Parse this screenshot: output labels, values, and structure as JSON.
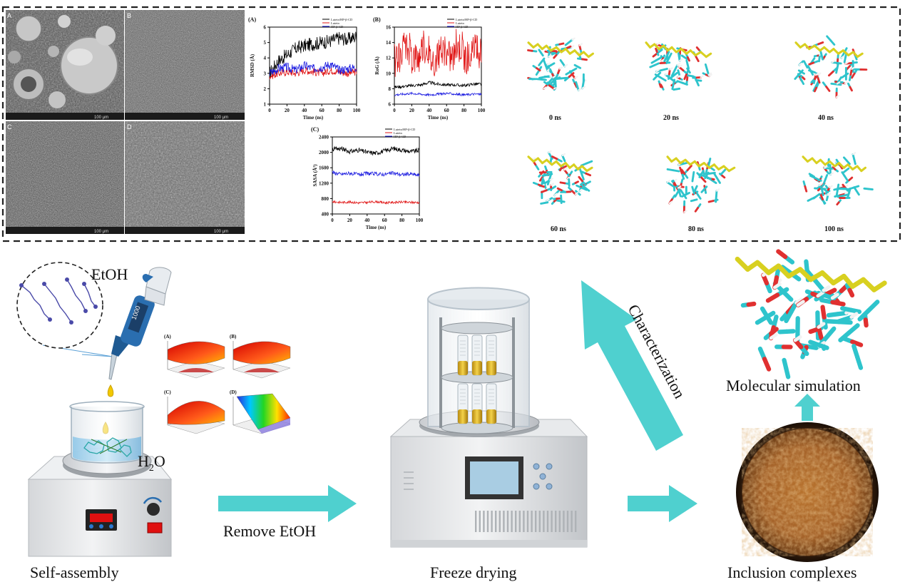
{
  "top_panel": {
    "sem_labels": [
      "A",
      "B",
      "C",
      "D"
    ],
    "sem_scalebar": "100 μm",
    "charts": {
      "rmsd": {
        "panel": "(A)",
        "ylabel": "RMSD (Å)",
        "xlabel": "Time (ns)"
      },
      "rog": {
        "panel": "(B)",
        "ylabel": "RoG (Å)",
        "xlabel": "Time (ns)"
      },
      "sasa": {
        "panel": "(C)",
        "ylabel": "SASA (Å²)",
        "xlabel": "Time (ns)"
      }
    },
    "legend": [
      "Lutein/HP-β-CD",
      "Lutein",
      "HP-β-CD"
    ],
    "colors": {
      "complex": "#000000",
      "lutein": "#e01414",
      "cd": "#1a1ae0"
    },
    "snapshots": [
      "0 ns",
      "20 ns",
      "40 ns",
      "60 ns",
      "80 ns",
      "100 ns"
    ]
  },
  "chart_data": [
    {
      "type": "line",
      "panel": "(A)",
      "ylabel": "RMSD (Å)",
      "xlabel": "Time (ns)",
      "xlim": [
        0,
        100
      ],
      "ylim": [
        1,
        6
      ],
      "xticks": [
        0,
        20,
        40,
        60,
        80,
        100
      ],
      "yticks": [
        1,
        2,
        3,
        4,
        5,
        6
      ],
      "series": [
        {
          "name": "Lutein/HP-β-CD",
          "color": "#000000",
          "x": [
            0,
            10,
            20,
            30,
            40,
            50,
            60,
            70,
            80,
            90,
            100
          ],
          "y": [
            3.0,
            3.8,
            4.2,
            4.6,
            4.8,
            4.9,
            5.0,
            5.1,
            5.3,
            5.2,
            5.4
          ]
        },
        {
          "name": "Lutein",
          "color": "#e01414",
          "x": [
            0,
            10,
            20,
            30,
            40,
            50,
            60,
            70,
            80,
            90,
            100
          ],
          "y": [
            2.8,
            3.0,
            3.1,
            3.0,
            3.2,
            3.1,
            3.0,
            3.2,
            3.1,
            3.0,
            3.1
          ]
        },
        {
          "name": "HP-β-CD",
          "color": "#1a1ae0",
          "x": [
            0,
            10,
            20,
            30,
            40,
            50,
            60,
            70,
            80,
            90,
            100
          ],
          "y": [
            3.0,
            3.3,
            3.4,
            3.2,
            3.5,
            3.3,
            3.4,
            3.6,
            3.2,
            3.3,
            3.4
          ]
        }
      ]
    },
    {
      "type": "line",
      "panel": "(B)",
      "ylabel": "RoG (Å)",
      "xlabel": "Time (ns)",
      "xlim": [
        0,
        100
      ],
      "ylim": [
        6,
        16
      ],
      "xticks": [
        0,
        20,
        40,
        60,
        80,
        100
      ],
      "yticks": [
        6,
        8,
        10,
        12,
        14,
        16
      ],
      "series": [
        {
          "name": "Lutein/HP-β-CD",
          "color": "#000000",
          "x": [
            0,
            10,
            20,
            30,
            40,
            50,
            60,
            70,
            80,
            90,
            100
          ],
          "y": [
            8.2,
            8.3,
            8.4,
            8.5,
            8.8,
            8.6,
            8.5,
            8.5,
            8.4,
            8.6,
            8.6
          ]
        },
        {
          "name": "Lutein",
          "color": "#e01414",
          "x": [
            0,
            10,
            20,
            30,
            40,
            50,
            60,
            70,
            80,
            90,
            100
          ],
          "y": [
            11.0,
            12.5,
            11.5,
            12.8,
            11.2,
            12.0,
            11.6,
            12.9,
            11.4,
            12.2,
            11.8
          ]
        },
        {
          "name": "HP-β-CD",
          "color": "#1a1ae0",
          "x": [
            0,
            10,
            20,
            30,
            40,
            50,
            60,
            70,
            80,
            90,
            100
          ],
          "y": [
            7.2,
            7.3,
            7.4,
            7.3,
            7.2,
            7.3,
            7.4,
            7.3,
            7.2,
            7.3,
            7.3
          ]
        }
      ]
    },
    {
      "type": "line",
      "panel": "(C)",
      "ylabel": "SASA (Å²)",
      "xlabel": "Time (ns)",
      "xlim": [
        0,
        100
      ],
      "ylim": [
        400,
        2400
      ],
      "xticks": [
        0,
        20,
        40,
        60,
        80,
        100
      ],
      "yticks": [
        400,
        800,
        1200,
        1600,
        2000,
        2400
      ],
      "series": [
        {
          "name": "Lutein/HP-β-CD",
          "color": "#000000",
          "x": [
            0,
            10,
            20,
            30,
            40,
            50,
            60,
            70,
            80,
            90,
            100
          ],
          "y": [
            2080,
            2100,
            2020,
            2060,
            2000,
            1980,
            2040,
            2100,
            2060,
            2020,
            2050
          ]
        },
        {
          "name": "Lutein",
          "color": "#e01414",
          "x": [
            0,
            10,
            20,
            30,
            40,
            50,
            60,
            70,
            80,
            90,
            100
          ],
          "y": [
            720,
            700,
            710,
            690,
            700,
            720,
            690,
            700,
            710,
            700,
            700
          ]
        },
        {
          "name": "HP-β-CD",
          "color": "#1a1ae0",
          "x": [
            0,
            10,
            20,
            30,
            40,
            50,
            60,
            70,
            80,
            90,
            100
          ],
          "y": [
            1480,
            1430,
            1460,
            1420,
            1450,
            1440,
            1430,
            1460,
            1420,
            1440,
            1400
          ]
        }
      ]
    }
  ],
  "bottom": {
    "etoh_label": "EtOH",
    "h2o_label": "H",
    "h2o_sub": "2",
    "h2o_tail": "O",
    "pipette_mark": "1000",
    "surface_labels": [
      "(A)",
      "(B)",
      "(C)",
      "(D)"
    ],
    "remove_etoh": "Remove EtOH",
    "characterization": "Characterization",
    "molecular_simulation": "Molecular simulation",
    "steps": {
      "self_assembly": "Self-assembly",
      "freeze_drying": "Freeze drying",
      "inclusion": "Inclusion complexes"
    }
  }
}
